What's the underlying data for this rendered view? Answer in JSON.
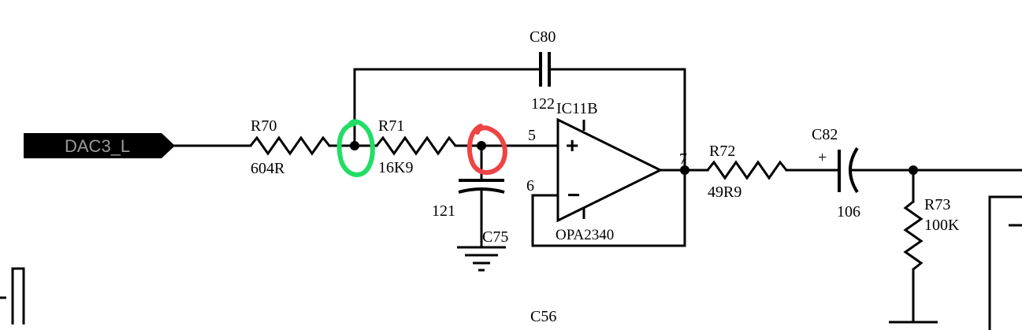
{
  "net_label": "DAC3_L",
  "components": {
    "R70": {
      "ref": "R70",
      "value": "604R"
    },
    "R71": {
      "ref": "R71",
      "value": "16K9"
    },
    "C80": {
      "ref": "C80",
      "value": "122"
    },
    "C75": {
      "ref": "C75",
      "value": "121"
    },
    "IC11B": {
      "ref": "IC11B",
      "part": "OPA2340",
      "pin_plus": "5",
      "pin_minus": "6",
      "pin_out": "7"
    },
    "R72": {
      "ref": "R72",
      "value": "49R9"
    },
    "C82": {
      "ref": "C82",
      "value": "106",
      "polarity": "+"
    },
    "R73": {
      "ref": "R73",
      "value": "100K"
    },
    "C56": {
      "ref": "C56"
    }
  },
  "annotations": {
    "green_circle_color": "#22dd66",
    "red_circle_color": "#ee4444"
  }
}
